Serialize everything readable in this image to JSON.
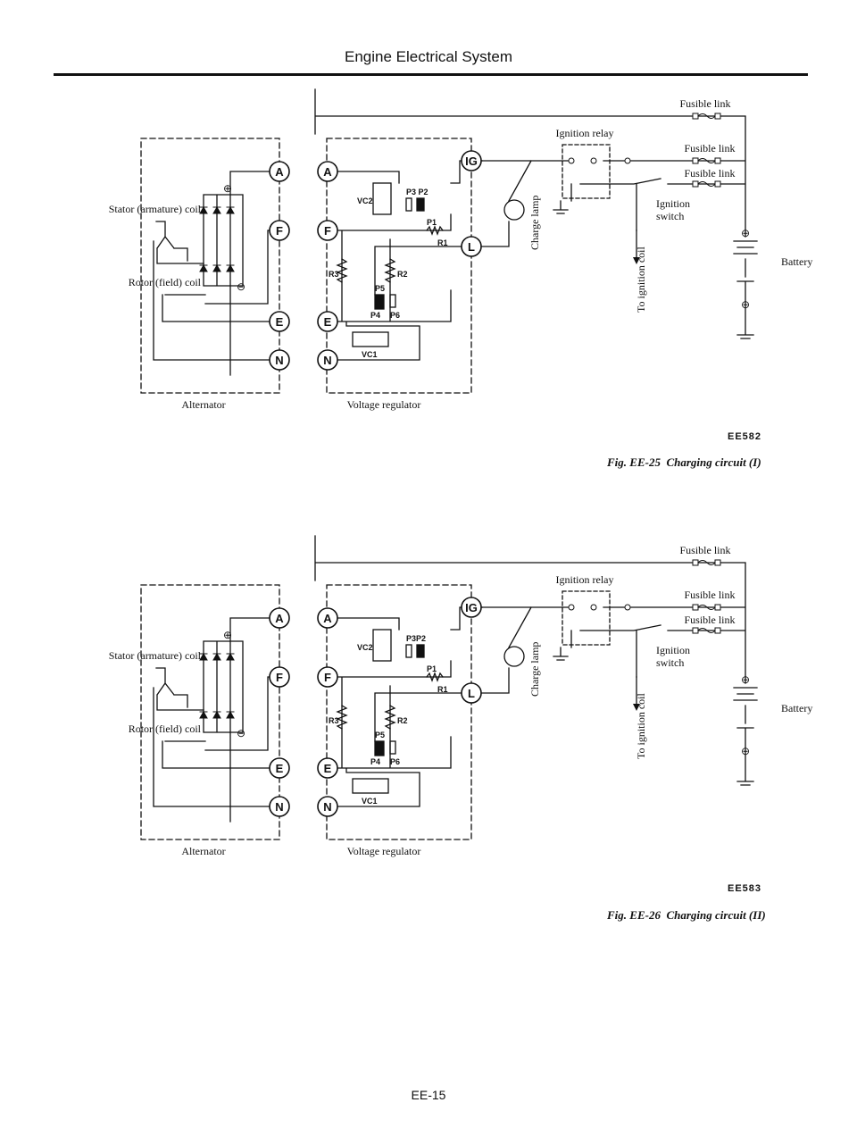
{
  "header": {
    "title": "Engine Electrical System"
  },
  "figures": [
    {
      "labels": {
        "stator": "Stator (armature) coil",
        "rotor": "Rotor (field) coil",
        "alternator": "Alternator",
        "regulator": "Voltage regulator",
        "fusible1": "Fusible link",
        "fusible2": "Fusible link",
        "fusible3": "Fusible link",
        "relay": "Ignition relay",
        "ign_switch1": "Ignition",
        "ign_switch2": "switch",
        "ign_coil": "To ignition coil",
        "charge_lamp": "Charge lamp",
        "battery": "Battery",
        "vc2": "VC2",
        "p3p2": "P3 P2",
        "p1": "P1",
        "r1": "R1",
        "r3": "R3",
        "r2": "R2",
        "p5": "P5",
        "p4": "P4",
        "p6": "P6",
        "vc1": "VC1"
      },
      "terminals": [
        "A",
        "F",
        "E",
        "N",
        "IG",
        "L"
      ],
      "code": "EE582",
      "caption": {
        "fig": "Fig. EE-25",
        "title": "Charging circuit (I)"
      }
    },
    {
      "labels": {
        "stator": "Stator (armature) coil",
        "rotor": "Rotor (field) coil",
        "alternator": "Alternator",
        "regulator": "Voltage regulator",
        "fusible1": "Fusible link",
        "fusible2": "Fusible link",
        "fusible3": "Fusible link",
        "relay": "Ignition relay",
        "ign_switch1": "Ignition",
        "ign_switch2": "switch",
        "ign_coil": "To ignition coil",
        "charge_lamp": "Charge lamp",
        "battery": "Battery",
        "vc2": "VC2",
        "p3p2": "P3P2",
        "p1": "P1",
        "r1": "R1",
        "r3": "R3",
        "r2": "R2",
        "p5": "P5",
        "p4": "P4",
        "p6": "P6",
        "vc1": "VC1"
      },
      "terminals": [
        "A",
        "F",
        "E",
        "N",
        "IG",
        "L"
      ],
      "code": "EE583",
      "caption": {
        "fig": "Fig. EE-26",
        "title": "Charging circuit (II)"
      }
    }
  ],
  "footer": {
    "page": "EE-15"
  }
}
